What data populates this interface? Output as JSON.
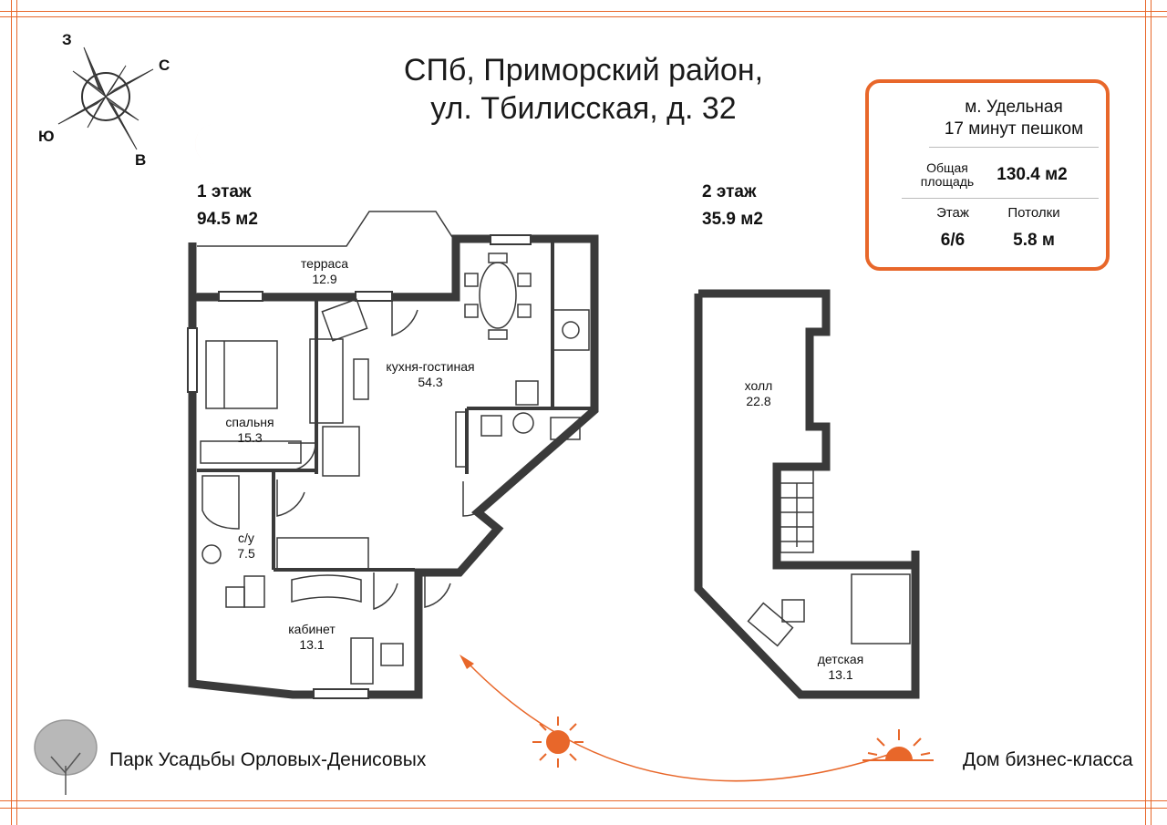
{
  "header": {
    "title_line1": "СПб, Приморский район,",
    "title_line2": "ул. Тбилисская, д. 32"
  },
  "compass": {
    "north": "С",
    "south": "Ю",
    "west": "З",
    "east": "В"
  },
  "info": {
    "metro_station": "м. Удельная",
    "metro_walk": "17 минут пешком",
    "area_label_line1": "Общая",
    "area_label_line2": "площадь",
    "area_value": "130.4 м2",
    "floor_label": "Этаж",
    "floor_value": "6/6",
    "ceiling_label": "Потолки",
    "ceiling_value": "5.8 м"
  },
  "floors": [
    {
      "name": "1 этаж",
      "area": "94.5 м2"
    },
    {
      "name": "2 этаж",
      "area": "35.9 м2"
    }
  ],
  "rooms": {
    "terrace": {
      "name": "терраса",
      "area": "12.9"
    },
    "kitchen": {
      "name": "кухня-гостиная",
      "area": "54.3"
    },
    "bedroom": {
      "name": "спальня",
      "area": "15.3"
    },
    "bathroom": {
      "name": "с/у",
      "area": "7.5"
    },
    "office": {
      "name": "кабинет",
      "area": "13.1"
    },
    "hall": {
      "name": "холл",
      "area": "22.8"
    },
    "kids": {
      "name": "детская",
      "area": "13.1"
    }
  },
  "footer": {
    "park": "Парк Усадьбы Орловых-Денисовых",
    "house_class": "Дом бизнес-класса"
  },
  "colors": {
    "accent": "#e8672a",
    "wall": "#3a3a3a"
  }
}
